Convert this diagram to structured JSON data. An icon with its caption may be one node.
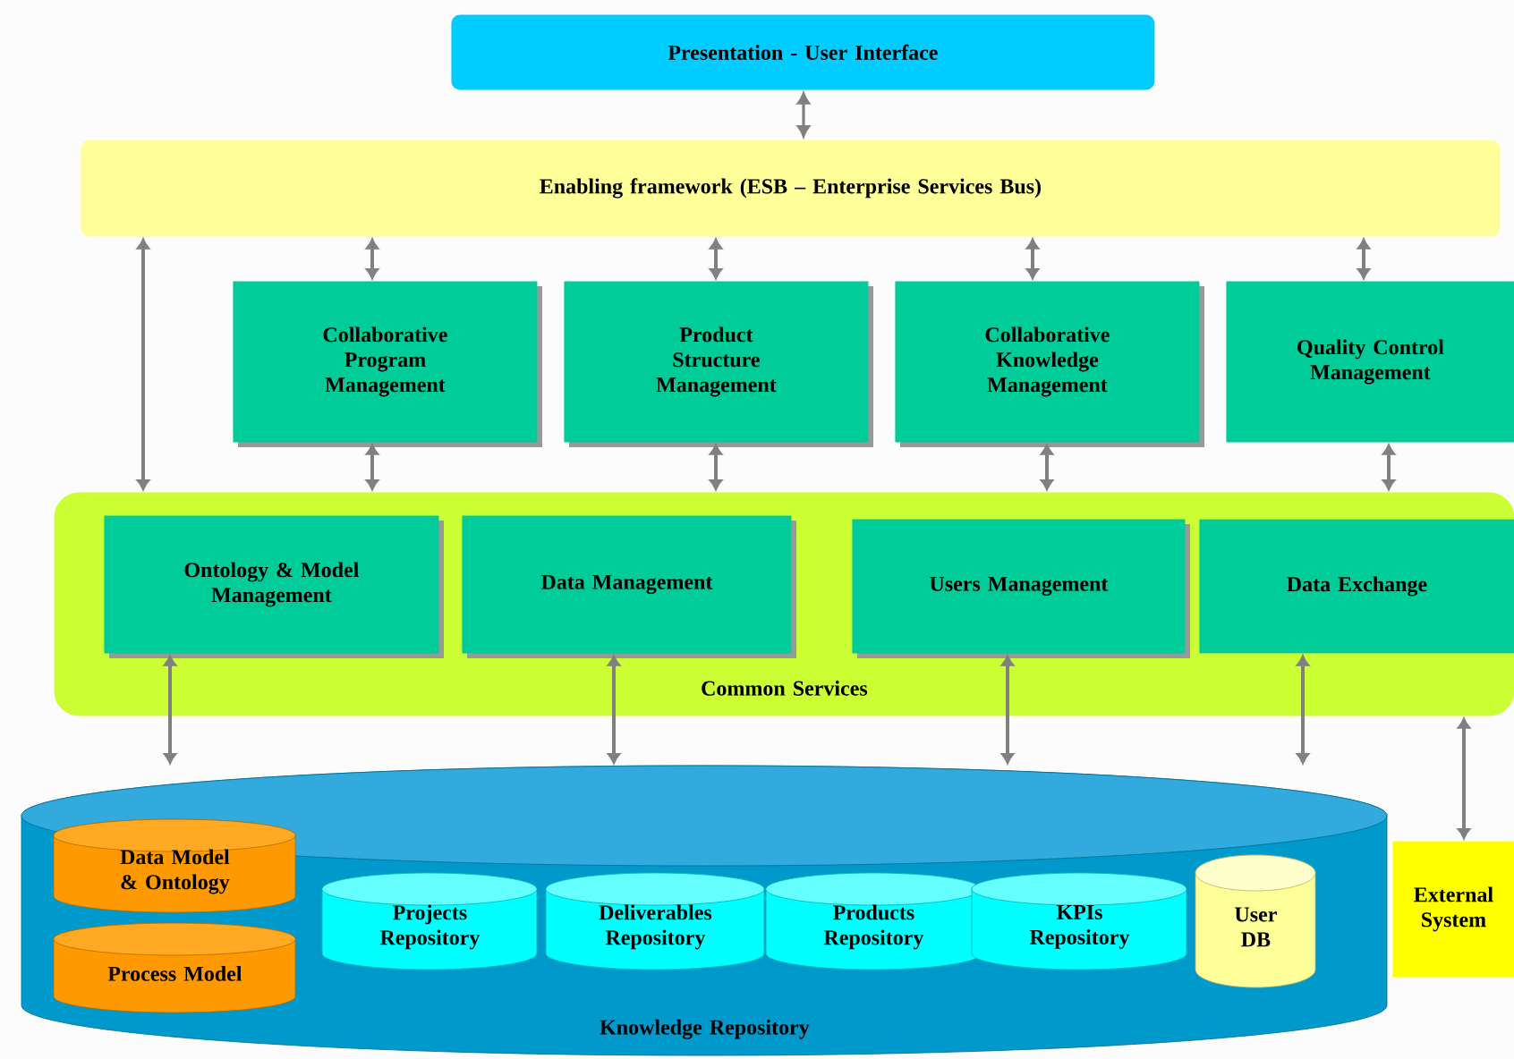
{
  "diagram": {
    "nodes": [
      {
        "text": [
          "Presentation - User Interface"
        ]
      },
      {
        "text": [
          "Enabling framework (ESB – Enterprise Services Bus)"
        ]
      },
      {
        "text": [
          "Collaborative Program Management"
        ]
      },
      {
        "text": [
          "Product Structure Management"
        ]
      },
      {
        "text": [
          "Collaborative Knowledge Management"
        ]
      },
      {
        "text": [
          "Quality Control Management"
        ]
      },
      {
        "text": [
          "Common Services"
        ]
      },
      {
        "text": [
          "Ontology & Model Management"
        ],
        "in": 6
      },
      {
        "text": [
          "Data Management"
        ],
        "in": 6
      },
      {
        "text": [
          "Users Management"
        ],
        "in": 6
      },
      {
        "text": [
          "Data Exchange"
        ],
        "in": 6
      },
      {
        "text": [
          "Knowledge Repository"
        ]
      },
      {
        "text": [
          "Data Model & Ontology"
        ],
        "in": 11
      },
      {
        "text": [
          "Process Model"
        ],
        "in": 11
      },
      {
        "text": [
          "Projects Repository"
        ],
        "in": 11
      },
      {
        "text": [
          "Deliverables Repository"
        ],
        "in": 11
      },
      {
        "text": [
          "Products Repository"
        ],
        "in": 11
      },
      {
        "text": [
          "KPIs Repository"
        ],
        "in": 11
      },
      {
        "text": [
          "User DB"
        ],
        "in": 11
      },
      {
        "text": [
          "External System"
        ]
      }
    ],
    "edges": [
      {
        "from": 0,
        "to": 1,
        "arrow": "both"
      },
      {
        "from": 1,
        "to": 6,
        "arrow": "both"
      },
      {
        "from": 1,
        "to": 2,
        "arrow": "both"
      },
      {
        "from": 1,
        "to": 3,
        "arrow": "both"
      },
      {
        "from": 1,
        "to": 4,
        "arrow": "both"
      },
      {
        "from": 1,
        "to": 5,
        "arrow": "both"
      },
      {
        "from": 2,
        "to": 6,
        "arrow": "both"
      },
      {
        "from": 3,
        "to": 6,
        "arrow": "both"
      },
      {
        "from": 4,
        "to": 6,
        "arrow": "both"
      },
      {
        "from": 5,
        "to": 6,
        "arrow": "both"
      },
      {
        "from": 7,
        "to": 11,
        "arrow": "both"
      },
      {
        "from": 8,
        "to": 11,
        "arrow": "both"
      },
      {
        "from": 9,
        "to": 11,
        "arrow": "both"
      },
      {
        "from": 10,
        "to": 11,
        "arrow": "both"
      },
      {
        "from": 6,
        "to": 19,
        "arrow": "both"
      }
    ]
  }
}
